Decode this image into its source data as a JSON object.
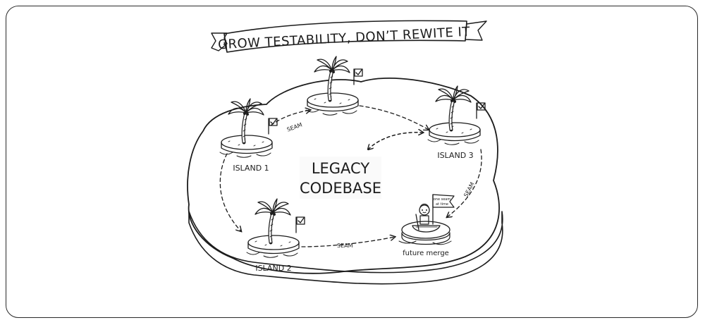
{
  "banner": {
    "title": "GROW TESTABILITY, DON’T REWITE IT"
  },
  "center": {
    "line1": "LEGACY",
    "line2": "CODEBASE"
  },
  "islands": {
    "island1": "ISLAND 1",
    "island2": "ISLAND 2",
    "island3": "ISLAND 3",
    "merge": "future merge"
  },
  "seams": {
    "top": "SEAM",
    "bottom": "SEAM",
    "right": "SEAM"
  },
  "flag": {
    "line1": "one seam",
    "line2": "at time"
  },
  "icons": [
    "palm-tree-icon",
    "checkbox-flag-icon",
    "boat-icon",
    "person-icon"
  ]
}
